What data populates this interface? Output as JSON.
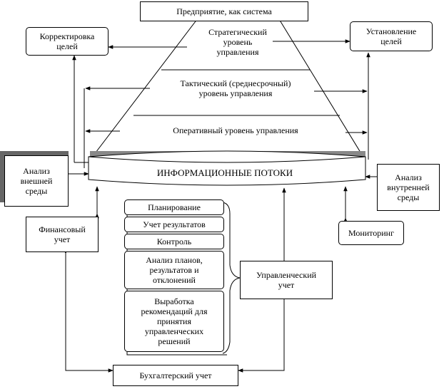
{
  "top": {
    "enterprise": "Предприятие, как система",
    "correction": "Корректировка\nцелей",
    "goal_setting": "Установление\nцелей"
  },
  "pyramid": {
    "strategic": "Стратегический\nуровень\nуправления",
    "tactical": "Тактический (среднесрочный)\nуровень управления",
    "operational": "Оперативный уровень управления"
  },
  "info_flows": "ИНФОРМАЦИОННЫЕ ПОТОКИ",
  "left": {
    "external": "Анализ\nвнешней\nсреды",
    "financial": "Финансовый\nучет"
  },
  "right": {
    "internal": "Анализ\nвнутренней\nсреды",
    "monitoring": "Мониторинг",
    "managerial": "Управленческий\nучет"
  },
  "functions": [
    "Планирование",
    "Учет  результатов",
    "Контроль",
    "Анализ планов,\nрезультатов и\nотклонений",
    "Выработка\nрекомендаций для\nпринятия\nуправленческих\nрешений"
  ],
  "bottom": {
    "accounting": "Бухгалтерский учет"
  }
}
